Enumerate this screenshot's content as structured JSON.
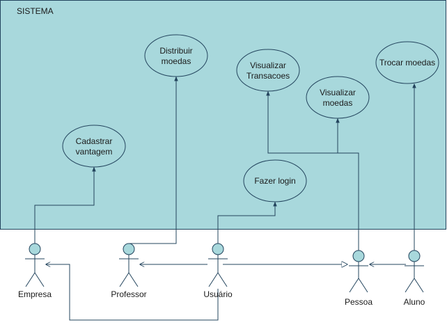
{
  "system": {
    "label": "SISTEMA"
  },
  "colors": {
    "fill": "#a8d8dc",
    "stroke": "#23445d",
    "background": "#ffffff"
  },
  "use_cases": [
    {
      "id": "distribuir",
      "lines": [
        "Distribuir",
        "moedas"
      ]
    },
    {
      "id": "transacoes",
      "lines": [
        "Visualizar",
        "Transacoes"
      ]
    },
    {
      "id": "trocar",
      "lines": [
        "Trocar moedas"
      ]
    },
    {
      "id": "vis-moedas",
      "lines": [
        "Visualizar",
        "moedas"
      ]
    },
    {
      "id": "cadastrar",
      "lines": [
        "Cadastrar",
        "vantagem"
      ]
    },
    {
      "id": "login",
      "lines": [
        "Fazer login"
      ]
    }
  ],
  "actors": [
    {
      "id": "empresa",
      "label": "Empresa"
    },
    {
      "id": "professor",
      "label": "Professor"
    },
    {
      "id": "usuario",
      "label": "Usuário"
    },
    {
      "id": "pessoa",
      "label": "Pessoa"
    },
    {
      "id": "aluno",
      "label": "Aluno"
    }
  ]
}
